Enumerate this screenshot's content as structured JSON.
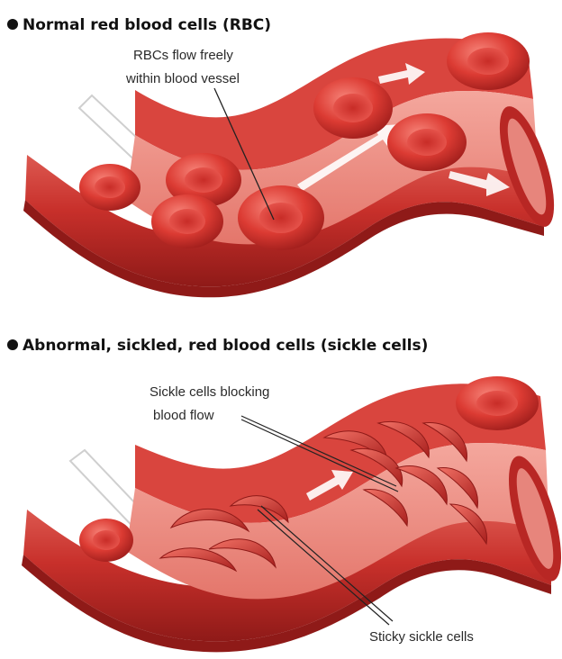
{
  "panels": {
    "normal": {
      "title": "Normal red blood cells (RBC)",
      "callout_line1": "RBCs flow freely",
      "callout_line2": "within blood vessel"
    },
    "sickle": {
      "title": "Abnormal, sickled, red blood cells (sickle cells)",
      "blocking_line1": "Sickle cells blocking",
      "blocking_line2": "blood flow",
      "sticky_label": "Sticky sickle cells"
    }
  },
  "colors": {
    "vessel_outer": "#c92f2b",
    "vessel_inner": "#e9746a",
    "vessel_lumen": "#f3a097",
    "cell": "#d8362f",
    "cell_highlight": "#f06a5e",
    "flow_arrow": "#ffffff"
  },
  "icons": [
    "bullet-dot-icon",
    "flow-arrow-icon"
  ]
}
